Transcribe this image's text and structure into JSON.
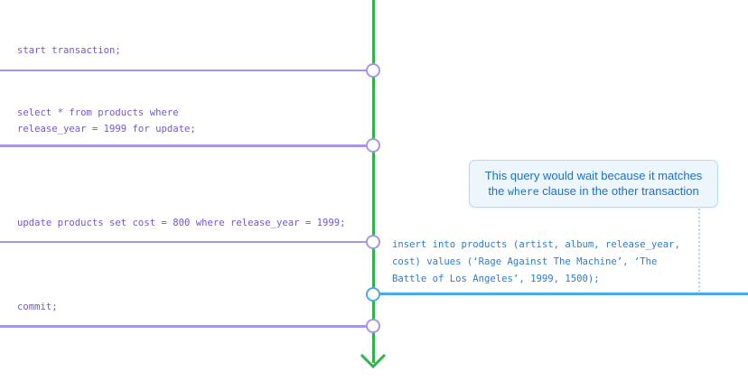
{
  "colors": {
    "background": "#ffffff",
    "lifeline-green": "#2eb44a",
    "purple-text": "#7457d4",
    "purple-line": "#a795e8",
    "blue-line": "#4aa9e8",
    "blue-text": "#2b7cd0",
    "tooltip-text": "#1d70c4",
    "tooltip-bg": "#edf6fc",
    "tooltip-border": "#b5daf2",
    "pointer-dotted": "#a9d4ef"
  },
  "transaction1": {
    "statements": [
      {
        "sql": "start transaction;"
      },
      {
        "sql": "select * from products where\nrelease_year = 1999 for update;"
      },
      {
        "sql": "update products set cost = 800 where release_year = 1999;"
      },
      {
        "sql": "commit;"
      }
    ]
  },
  "transaction2": {
    "statements": [
      {
        "sql": "insert into products (artist, album, release_year,\ncost) values (‘Rage Against The Machine’, ‘The\nBattle of Los Angeles’, 1999, 1500);"
      }
    ]
  },
  "tooltip": {
    "line1": "This query would wait because it matches",
    "line2_before": "the ",
    "line2_code": "where",
    "line2_after": " clause in the other transaction"
  }
}
